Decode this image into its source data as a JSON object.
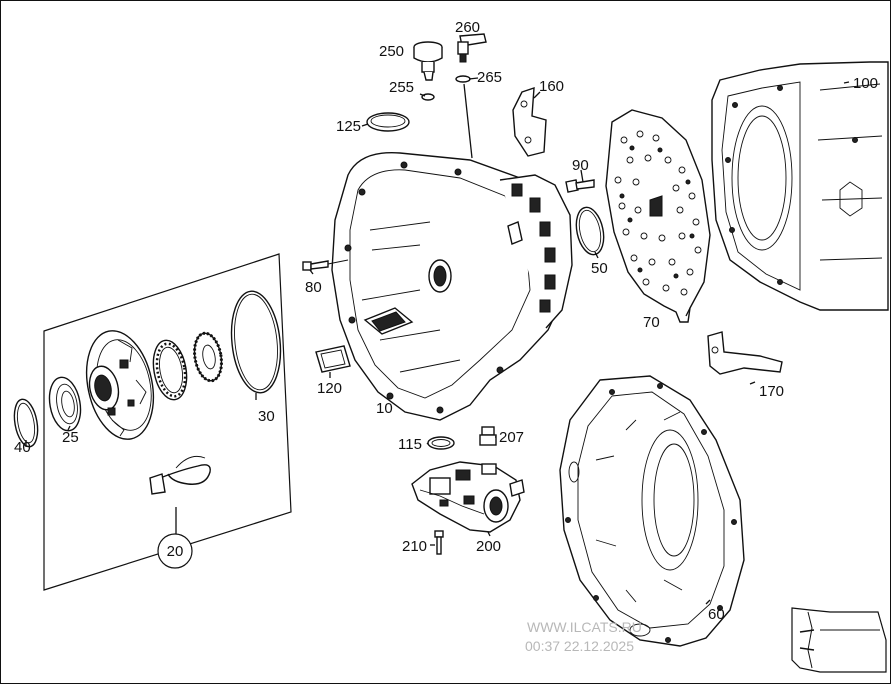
{
  "callouts": [
    {
      "id": "p260",
      "text": "260"
    },
    {
      "id": "p250",
      "text": "250"
    },
    {
      "id": "p255",
      "text": "255"
    },
    {
      "id": "p265",
      "text": "265"
    },
    {
      "id": "p160",
      "text": "160"
    },
    {
      "id": "p100",
      "text": "100"
    },
    {
      "id": "p125",
      "text": "125"
    },
    {
      "id": "p90",
      "text": "90"
    },
    {
      "id": "p50",
      "text": "50"
    },
    {
      "id": "p70",
      "text": "70"
    },
    {
      "id": "p80",
      "text": "80"
    },
    {
      "id": "p120",
      "text": "120"
    },
    {
      "id": "p10",
      "text": "10"
    },
    {
      "id": "p30",
      "text": "30"
    },
    {
      "id": "p40",
      "text": "40"
    },
    {
      "id": "p25",
      "text": "25"
    },
    {
      "id": "p115",
      "text": "115"
    },
    {
      "id": "p207",
      "text": "207"
    },
    {
      "id": "p170",
      "text": "170"
    },
    {
      "id": "p210",
      "text": "210"
    },
    {
      "id": "p200",
      "text": "200"
    },
    {
      "id": "p20",
      "text": "20"
    },
    {
      "id": "p60",
      "text": "60"
    }
  ],
  "watermark": {
    "line1": "WWW.ILCATS.RU",
    "line2": "00:37 22.12.2025"
  },
  "colors": {
    "ink": "#111111",
    "background": "#ffffff",
    "watermark": "#b8b8b8"
  }
}
